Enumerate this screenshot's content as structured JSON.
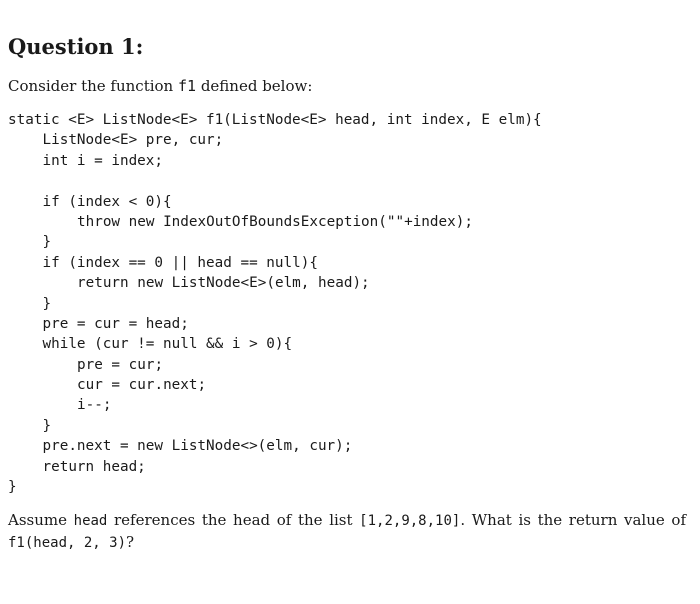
{
  "title": "Question 1:",
  "intro": {
    "prefix": "Consider the function ",
    "func": "f1",
    "suffix": " defined below:"
  },
  "code": [
    {
      "indent": 0,
      "text": "static <E> ListNode<E> f1(ListNode<E> head, int index, E elm){"
    },
    {
      "indent": 1,
      "text": "ListNode<E> pre, cur;"
    },
    {
      "indent": 1,
      "text": "int i = index;"
    },
    {
      "indent": 0,
      "text": ""
    },
    {
      "indent": 1,
      "text": "if (index < 0){"
    },
    {
      "indent": 2,
      "text": "throw new IndexOutOfBoundsException(\"\"+index);"
    },
    {
      "indent": 1,
      "text": "}"
    },
    {
      "indent": 1,
      "text": "if (index == 0 || head == null){"
    },
    {
      "indent": 2,
      "text": "return new ListNode<E>(elm, head);"
    },
    {
      "indent": 1,
      "text": "}"
    },
    {
      "indent": 1,
      "text": "pre = cur = head;"
    },
    {
      "indent": 1,
      "text": "while (cur != null && i > 0){"
    },
    {
      "indent": 2,
      "text": "pre = cur;"
    },
    {
      "indent": 2,
      "text": "cur = cur.next;"
    },
    {
      "indent": 2,
      "text": "i--;"
    },
    {
      "indent": 1,
      "text": "}"
    },
    {
      "indent": 1,
      "text": "pre.next = new ListNode<>(elm, cur);"
    },
    {
      "indent": 1,
      "text": "return head;"
    }
  ],
  "closing": "}",
  "question": {
    "t1": "Assume ",
    "head": "head",
    "t2": " references the head of the list ",
    "list": "[1,2,9,8,10]",
    "t3": ". What is the return value of ",
    "call": "f1(head, 2, 3)",
    "t4": "?"
  }
}
